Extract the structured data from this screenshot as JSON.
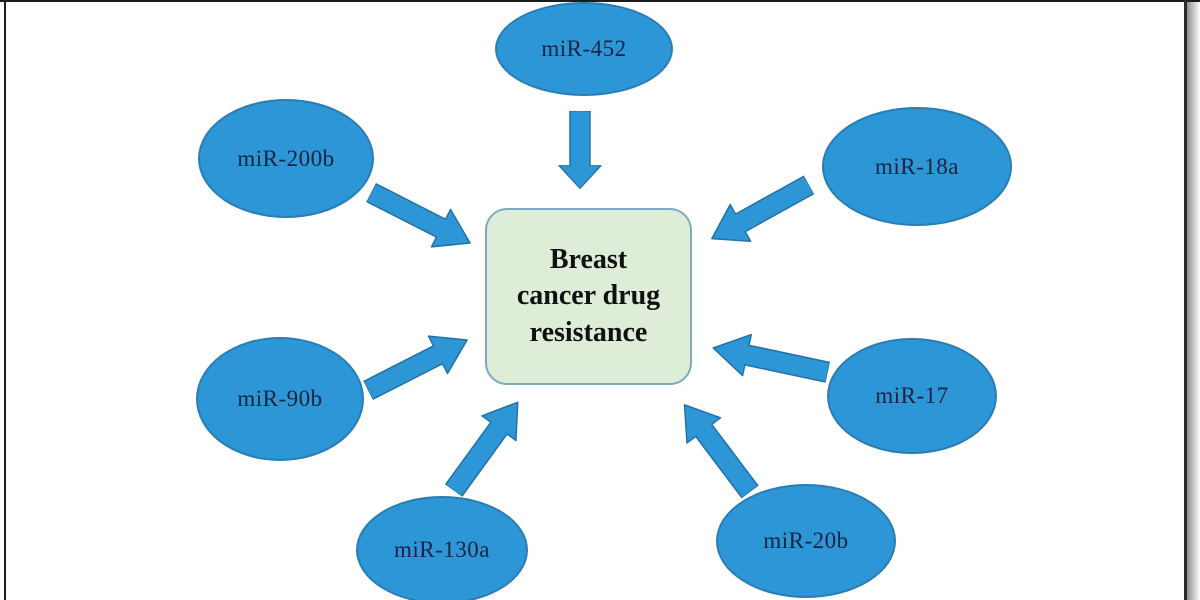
{
  "figure": {
    "center_box": {
      "label": "Breast cancer drug resistance",
      "lines": [
        "Breast",
        "cancer drug",
        "resistance"
      ]
    },
    "nodes": [
      {
        "label": "miR-452",
        "position": "top"
      },
      {
        "label": "miR-200b",
        "position": "upper-left"
      },
      {
        "label": "miR-18a",
        "position": "upper-right"
      },
      {
        "label": "miR-90b",
        "position": "left"
      },
      {
        "label": "miR-17",
        "position": "right"
      },
      {
        "label": "miR-130a",
        "position": "bottom-left"
      },
      {
        "label": "miR-20b",
        "position": "bottom-right"
      }
    ],
    "arrows": [
      {
        "from": "miR-452",
        "to": "Breast cancer drug resistance"
      },
      {
        "from": "miR-200b",
        "to": "Breast cancer drug resistance"
      },
      {
        "from": "miR-18a",
        "to": "Breast cancer drug resistance"
      },
      {
        "from": "miR-90b",
        "to": "Breast cancer drug resistance"
      },
      {
        "from": "miR-17",
        "to": "Breast cancer drug resistance"
      },
      {
        "from": "miR-130a",
        "to": "Breast cancer drug resistance"
      },
      {
        "from": "miR-20b",
        "to": "Breast cancer drug resistance"
      }
    ],
    "colors": {
      "node_fill": "#2d96d6",
      "node_border": "#2a7db4",
      "arrow_fill": "#2d96d6",
      "arrow_stroke": "#2271a6",
      "center_fill": "#ddedd8",
      "center_border": "#7fa9c0",
      "node_label": "#1b2342",
      "center_label": "#111111"
    }
  }
}
